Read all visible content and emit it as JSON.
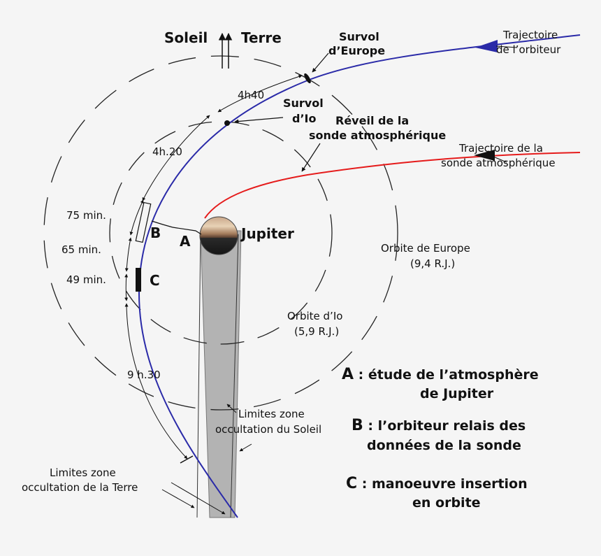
{
  "labels": {
    "soleil": "Soleil",
    "terre": "Terre",
    "survol_europe_1": "Survol",
    "survol_europe_2": "d’Europe",
    "traj_orbiteur_1": "Trajectoire",
    "traj_orbiteur_2": "de l’orbiteur",
    "t_4h40": "4h40",
    "survol_io_1": "Survol",
    "survol_io_2": "d’Io",
    "reveil_1": "Réveil de la",
    "reveil_2": "sonde atmosphérique",
    "traj_sonde_1": "Trajectoire de la",
    "traj_sonde_2": "sonde atmosphérique",
    "t_4h20": "4h.20",
    "t_75": "75 min.",
    "t_65": "65 min.",
    "t_49": "49 min.",
    "mark_a": "A",
    "mark_b": "B",
    "mark_c": "C",
    "jupiter": "Jupiter",
    "orbite_europe_1": "Orbite de Europe",
    "orbite_europe_2": "(9,4 R.J.)",
    "orbite_io_1": "Orbite d’Io",
    "orbite_io_2": "(5,9 R.J.)",
    "t_9h30": "9 h.30",
    "occ_soleil_1": "Limites zone",
    "occ_soleil_2": "occultation du Soleil",
    "occ_terre_1": "Limites zone",
    "occ_terre_2": "occultation de la Terre"
  },
  "legend": [
    {
      "key": "A",
      "text_1": " : étude de l’atmosphère",
      "text_2": "de Jupiter"
    },
    {
      "key": "B",
      "text_1": " : l’orbiteur relais des",
      "text_2": "données de la sonde"
    },
    {
      "key": "C",
      "text_1": " : manoeuvre insertion",
      "text_2": "en orbite"
    }
  ],
  "colors": {
    "orbiter": "#2a2aa8",
    "probe": "#e51b1b",
    "shadow": "#b3b3b3",
    "orbit_dash": "#222222"
  }
}
